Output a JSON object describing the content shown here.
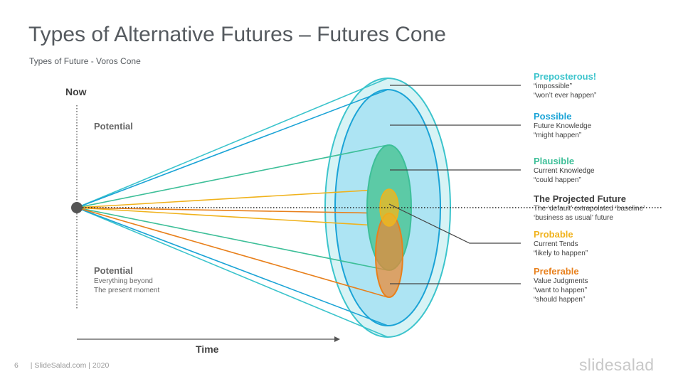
{
  "header": {
    "title": "Types of Alternative Futures – Futures Cone",
    "subtitle": "Types of Future - Voros Cone"
  },
  "axis": {
    "now_label": "Now",
    "time_label": "Time"
  },
  "left_labels": {
    "top": {
      "head": "Potential",
      "lines": []
    },
    "bottom": {
      "head": "Potential",
      "lines": [
        "Everything beyond",
        "The present moment"
      ]
    }
  },
  "futures": [
    {
      "head": "Preposterous!",
      "lines": [
        "“impossible”",
        "“won’t ever happen”"
      ],
      "color": "#3cc4cc"
    },
    {
      "head": "Possible",
      "lines": [
        "Future Knowledge",
        "“might happen”"
      ],
      "color": "#1aa3d6"
    },
    {
      "head": "Plausible",
      "lines": [
        "Current Knowledge",
        "“could happen”"
      ],
      "color": "#3dbf98"
    },
    {
      "head": "The Projected Future",
      "lines": [
        "The ‘default’ extrapolated ‘baseline’",
        "‘business as usual’ future"
      ],
      "color": "#3d3d3d"
    },
    {
      "head": "Probable",
      "lines": [
        "Current Tends",
        "“likely to happen”"
      ],
      "color": "#f0b21c"
    },
    {
      "head": "Preferable",
      "lines": [
        "Value Judgments",
        "“want to happen”",
        "“should happen”"
      ],
      "color": "#e8801c"
    }
  ],
  "footer": {
    "page": "6",
    "credit": "| SlideSalad.com | 2020",
    "logo": "slidesalad"
  }
}
